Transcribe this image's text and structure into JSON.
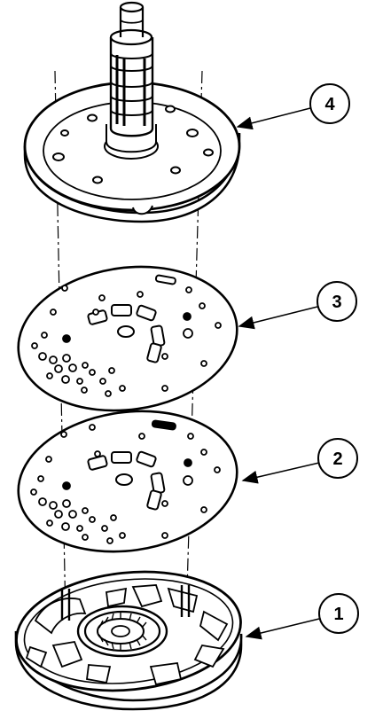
{
  "diagram": {
    "callouts": [
      {
        "id": "callout-4",
        "number": "4",
        "target": "pump-cover-with-stator-shaft"
      },
      {
        "id": "callout-3",
        "number": "3",
        "target": "upper-separator-plate"
      },
      {
        "id": "callout-2",
        "number": "2",
        "target": "lower-separator-plate"
      },
      {
        "id": "callout-1",
        "number": "1",
        "target": "pump-body"
      }
    ]
  },
  "colors": {
    "ink": "#000000",
    "paper": "#ffffff"
  }
}
